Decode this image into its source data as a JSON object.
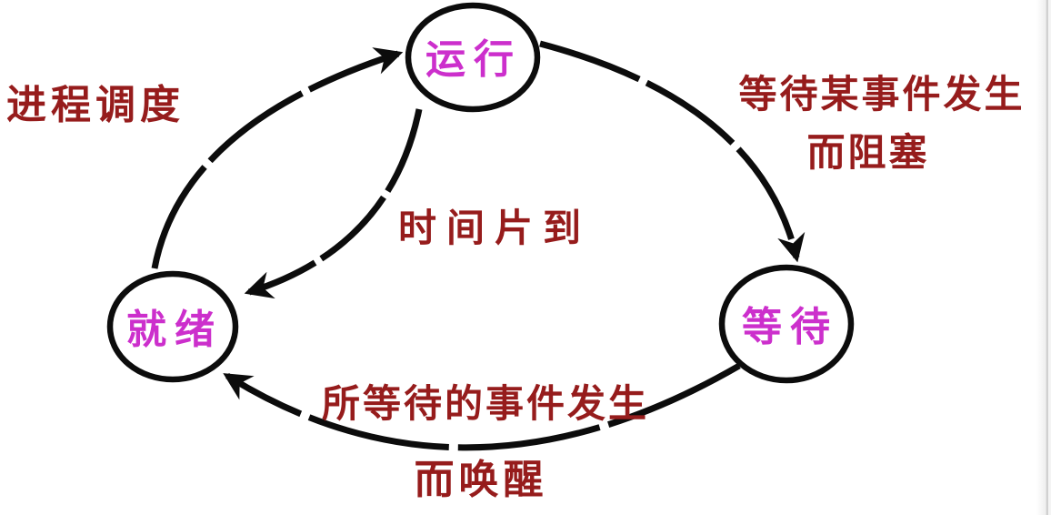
{
  "diagram": {
    "kind": "process-state-transition-diagram",
    "states": [
      {
        "id": "running",
        "label": "运行"
      },
      {
        "id": "ready",
        "label": "就绪"
      },
      {
        "id": "waiting",
        "label": "等待"
      }
    ],
    "transitions": [
      {
        "id": "schedule",
        "from": "ready",
        "to": "running",
        "label": "进程调度"
      },
      {
        "id": "timeslice",
        "from": "running",
        "to": "ready",
        "label": "时间片到"
      },
      {
        "id": "block",
        "from": "running",
        "to": "waiting",
        "label_line1": "等待某事件发生",
        "label_line2": "而阻塞"
      },
      {
        "id": "wakeup",
        "from": "waiting",
        "to": "ready",
        "label_line1": "所等待的事件发生",
        "label_line2": "而唤醒"
      }
    ],
    "colors": {
      "state_label": "#cc2fcc",
      "transition_label": "#961c1c",
      "stroke": "#0c0c0c",
      "background": "#ffffff"
    }
  }
}
